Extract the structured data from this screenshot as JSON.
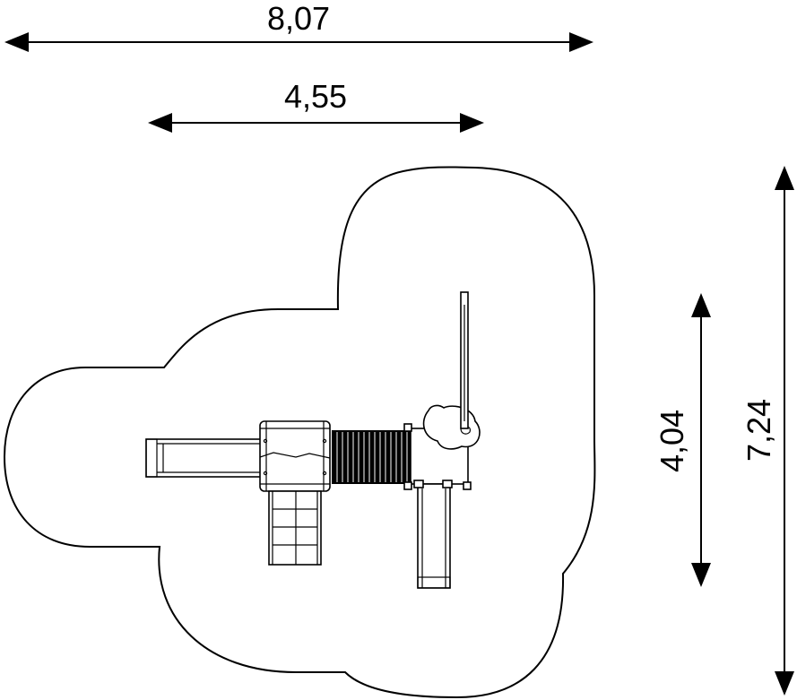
{
  "dimensions": {
    "overall_width": "8,07",
    "structure_width": "4,55",
    "structure_depth": "4,04",
    "overall_depth": "7,24"
  },
  "colors": {
    "line": "#000000",
    "background": "#ffffff"
  }
}
